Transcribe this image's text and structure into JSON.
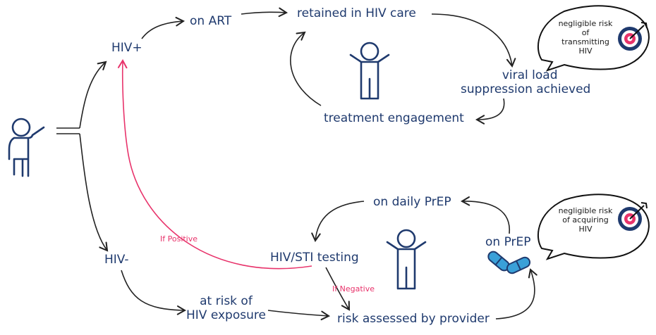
{
  "nodes": {
    "hiv_pos": "HIV+",
    "hiv_neg": "HIV-",
    "on_art": "on ART",
    "retained": "retained in HIV care",
    "viral_load_1": "viral load",
    "viral_load_2": "suppression achieved",
    "treatment_engagement": "treatment engagement",
    "on_daily_prep": "on daily PrEP",
    "hiv_sti_testing": "HIV/STI testing",
    "on_prep": "on PrEP",
    "at_risk_1": "at risk of",
    "at_risk_2": "HIV exposure",
    "risk_assessed": "risk assessed by provider"
  },
  "edge_labels": {
    "if_positive": "If Positive",
    "if_negative": "If Negative"
  },
  "bubbles": {
    "top": [
      "negligible risk",
      "of transmitting",
      "HIV"
    ],
    "bottom": [
      "negligible risk",
      "of acquiring",
      "HIV"
    ]
  },
  "colors": {
    "text": "#1f3a6e",
    "arrow": "#222222",
    "positive_arrow": "#e8336b",
    "figure": "#1f3a6e",
    "pill": "#3aa0d8",
    "target_ring": "#1f3a6e",
    "target_center": "#e8336b"
  },
  "icons": [
    "person-pointing-icon",
    "person-icon",
    "pill-icon",
    "target-icon",
    "speech-bubble-icon"
  ]
}
